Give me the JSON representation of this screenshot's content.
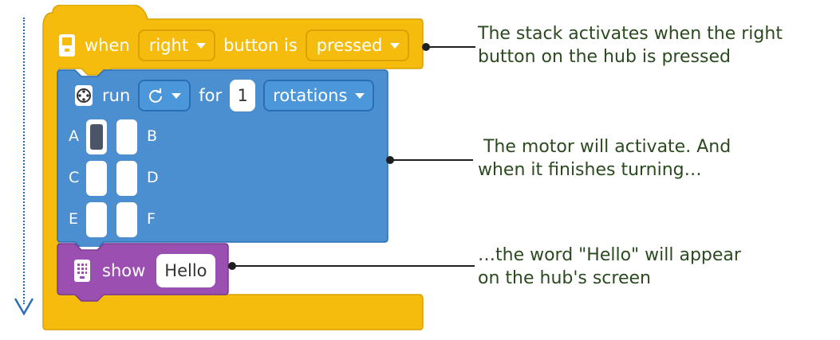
{
  "event_block": {
    "when_label": "when",
    "button_value": "right",
    "button_is_label": "button is",
    "state_value": "pressed",
    "icon": "hub-icon",
    "color": "#f5bc0e"
  },
  "motor_block": {
    "run_label": "run",
    "direction_icon": "clockwise-icon",
    "for_label": "for",
    "amount_value": "1",
    "unit_value": "rotations",
    "icon": "motor-icon",
    "color": "#4c97d9",
    "ports": [
      {
        "label": "A",
        "selected": true
      },
      {
        "label": "B",
        "selected": false
      },
      {
        "label": "C",
        "selected": false
      },
      {
        "label": "D",
        "selected": false
      },
      {
        "label": "E",
        "selected": false
      },
      {
        "label": "F",
        "selected": false
      }
    ]
  },
  "show_block": {
    "show_label": "show",
    "text_value": "Hello",
    "icon": "light-matrix-icon",
    "color": "#9b4fb0"
  },
  "annotations": [
    {
      "text": "The stack activates when the right\nbutton on the hub is pressed"
    },
    {
      "text": " The motor will activate. And\nwhen it finishes turning…"
    },
    {
      "text": "…the word \"Hello\" will appear\non the hub's screen"
    }
  ],
  "colors": {
    "annotation_text": "#2b4a1f",
    "flow_arrow": "#2a6fb5"
  }
}
